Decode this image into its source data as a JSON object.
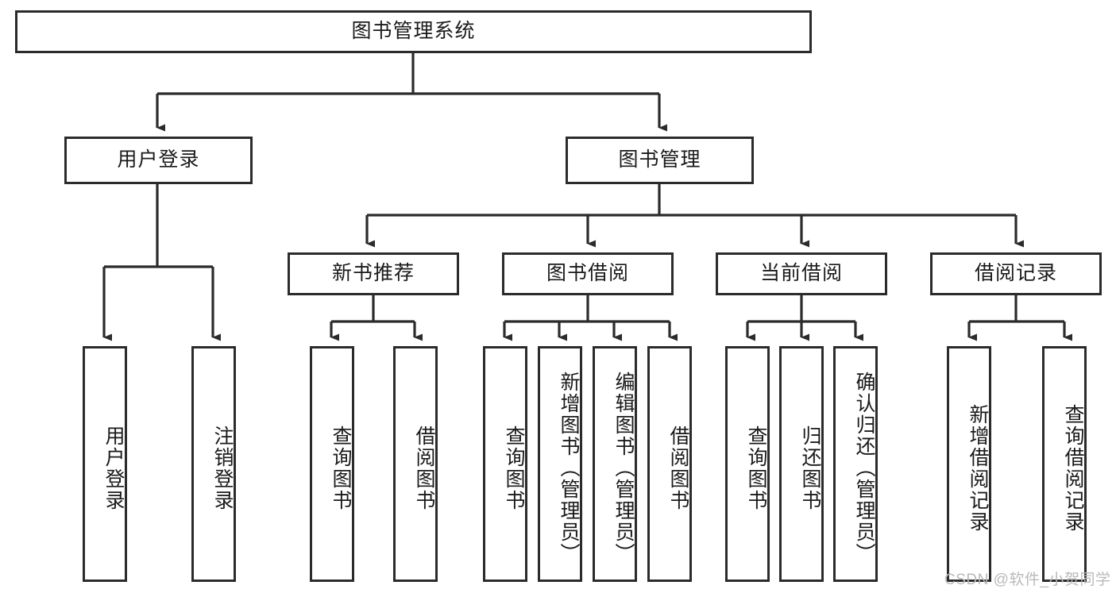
{
  "diagram": {
    "type": "tree-hierarchy",
    "title": "图书管理系统",
    "theme": {
      "background": "#ffffff",
      "node_border": "#2b2b2b",
      "node_fill": "#ffffff",
      "edge_color": "#2b2b2b",
      "text_color": "#1a1a1a",
      "watermark_color": "#b9b9b9"
    },
    "root": {
      "label": "图书管理系统"
    },
    "level2": [
      {
        "label": "用户登录"
      },
      {
        "label": "图书管理"
      }
    ],
    "level3": [
      {
        "label": "新书推荐"
      },
      {
        "label": "图书借阅"
      },
      {
        "label": "当前借阅"
      },
      {
        "label": "借阅记录"
      }
    ],
    "leaves": {
      "user_login": [
        {
          "label": "用户登录"
        },
        {
          "label": "注销登录"
        }
      ],
      "new_book_recommend": [
        {
          "label": "查询图书"
        },
        {
          "label": "借阅图书"
        }
      ],
      "book_borrow": [
        {
          "label": "查询图书"
        },
        {
          "label": "新增图书（管理员）"
        },
        {
          "label": "编辑图书（管理员）"
        },
        {
          "label": "借阅图书"
        }
      ],
      "current_borrow": [
        {
          "label": "查询图书"
        },
        {
          "label": "归还图书"
        },
        {
          "label": "确认归还（管理员）"
        }
      ],
      "borrow_record": [
        {
          "label": "新增借阅记录"
        },
        {
          "label": "查询借阅记录"
        }
      ]
    }
  },
  "watermark": {
    "text": "CSDN @软件_小贺同学"
  }
}
